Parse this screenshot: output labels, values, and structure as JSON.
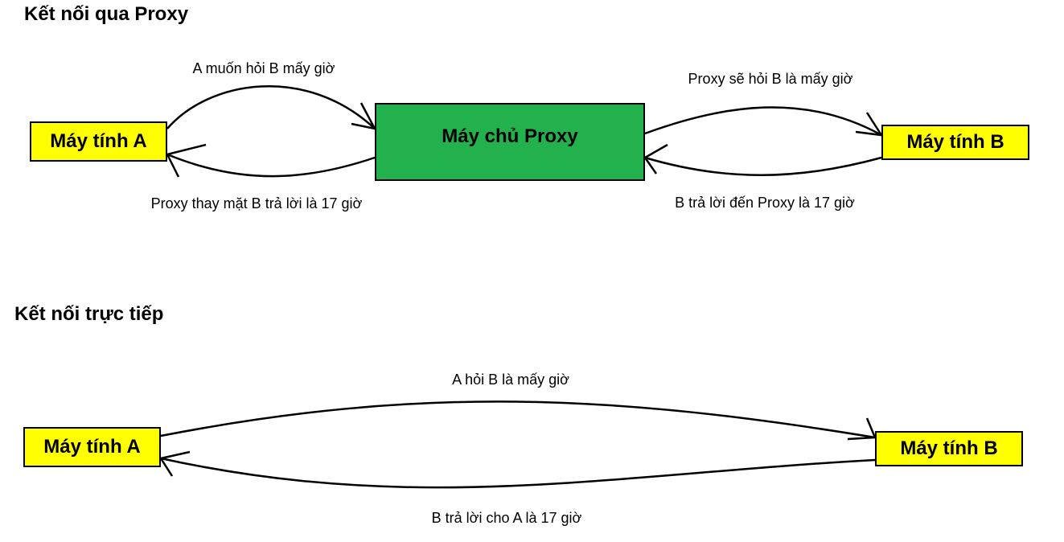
{
  "proxy_section": {
    "title": "Kết nối qua Proxy",
    "node_a": "Máy tính A",
    "node_proxy": "Máy chủ Proxy",
    "node_b": "Máy tính B",
    "edge_a_to_proxy": "A muốn hỏi B mấy giờ",
    "edge_proxy_to_a": "Proxy thay mặt B trả lời là 17 giờ",
    "edge_proxy_to_b": "Proxy sẽ hỏi B là mấy giờ",
    "edge_b_to_proxy": "B trả lời đến Proxy là 17 giờ"
  },
  "direct_section": {
    "title": "Kết nối trực tiếp",
    "node_a": "Máy tính A",
    "node_b": "Máy tính B",
    "edge_a_to_b": "A hỏi B là mấy giờ",
    "edge_b_to_a": "B trả lời cho A là 17 giờ"
  },
  "colors": {
    "pc_fill": "#ffff00",
    "proxy_fill": "#22b14c",
    "line": "#000000"
  }
}
